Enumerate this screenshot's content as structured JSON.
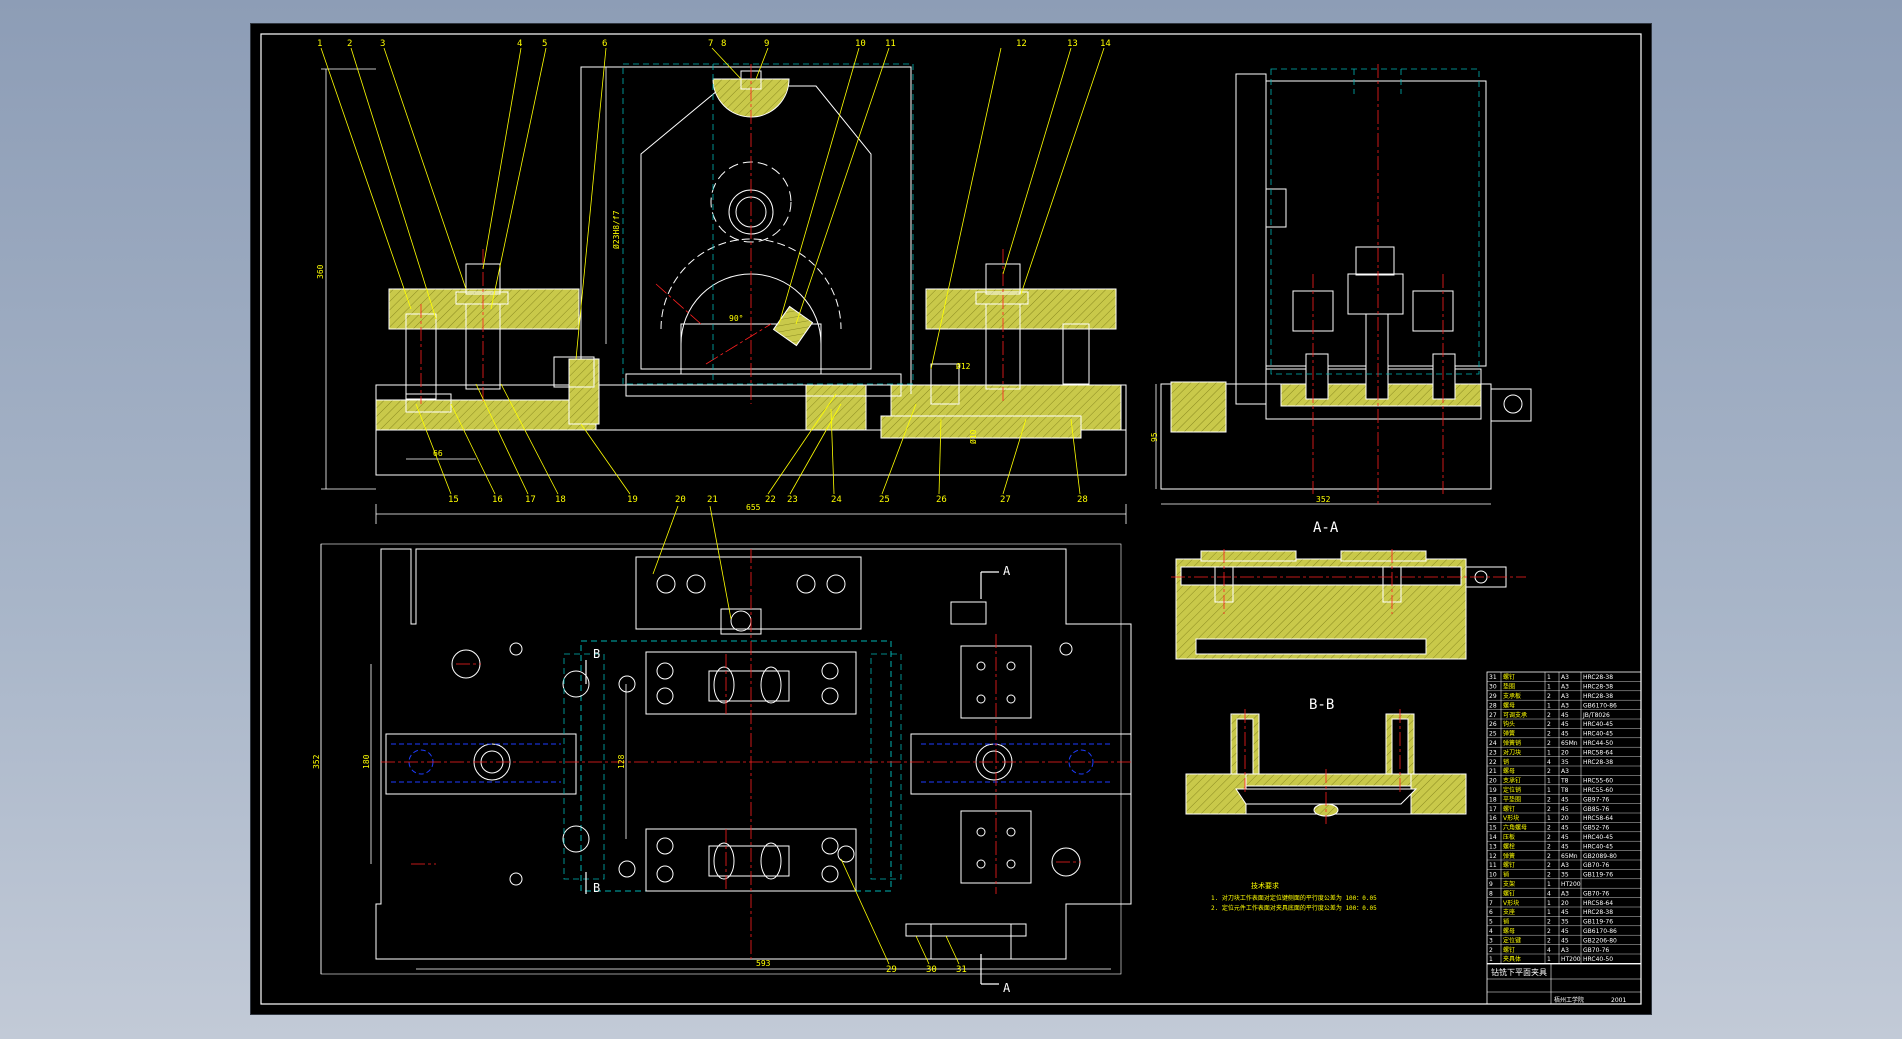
{
  "title_block": {
    "drawing_title": "钻铣下平面夹具",
    "drawing_number": "2001",
    "company_line": "梧州工学院"
  },
  "views": {
    "section_aa_label": "A-A",
    "section_bb_label": "B-B",
    "cut_mark_a": "A",
    "cut_mark_b": "B"
  },
  "dimensions": {
    "front_height": "360",
    "front_width": "655",
    "bore_dim": "Ø23H8/f7",
    "pad_width": "66",
    "dim_angle": "90°",
    "side_height": "95",
    "side_width": "352",
    "plan_width": "593",
    "plan_height": "352",
    "plan_inner": "180",
    "plan_pitch": "128",
    "pin_dim": "Ø10",
    "fit_dim": "Ø12"
  },
  "balloons_top": [
    "1",
    "2",
    "3",
    "4",
    "5",
    "6",
    "7",
    "8",
    "9",
    "10",
    "11",
    "12",
    "13",
    "14"
  ],
  "balloons_bottom": [
    "15",
    "16",
    "17",
    "18",
    "19",
    "20",
    "21",
    "22",
    "23",
    "24",
    "25",
    "26",
    "27",
    "28"
  ],
  "balloons_plan": [
    "29",
    "30",
    "31"
  ],
  "notes": {
    "heading": "技术要求",
    "line1": "1. 对刀块工作表面对定位键侧面的平行度公差为 100：0.05",
    "line2": "2. 定位元件工作表面对夹具底面的平行度公差为 100：0.05"
  },
  "parts_list": [
    {
      "no": "31",
      "name": "螺钉",
      "qty": "1",
      "mat": "A3",
      "std": "HRC28-38"
    },
    {
      "no": "30",
      "name": "垫圈",
      "qty": "1",
      "mat": "A3",
      "std": "HRC28-38"
    },
    {
      "no": "29",
      "name": "支承板",
      "qty": "2",
      "mat": "A3",
      "std": "HRC28-38"
    },
    {
      "no": "28",
      "name": "螺母",
      "qty": "1",
      "mat": "A3",
      "std": "GB6170-86"
    },
    {
      "no": "27",
      "name": "可调支承",
      "qty": "2",
      "mat": "45",
      "std": "JB/T8026"
    },
    {
      "no": "26",
      "name": "钩头",
      "qty": "2",
      "mat": "45",
      "std": "HRC40-45"
    },
    {
      "no": "25",
      "name": "弹簧",
      "qty": "2",
      "mat": "45",
      "std": "HRC40-45"
    },
    {
      "no": "24",
      "name": "弹簧销",
      "qty": "2",
      "mat": "65Mn",
      "std": "HRC44-50"
    },
    {
      "no": "23",
      "name": "对刀块",
      "qty": "1",
      "mat": "20",
      "std": "HRC58-64"
    },
    {
      "no": "22",
      "name": "销",
      "qty": "4",
      "mat": "35",
      "std": "HRC28-38"
    },
    {
      "no": "21",
      "name": "螺母",
      "qty": "2",
      "mat": "A3",
      "std": ""
    },
    {
      "no": "20",
      "name": "支承钉",
      "qty": "1",
      "mat": "T8",
      "std": "HRC55-60"
    },
    {
      "no": "19",
      "name": "定位销",
      "qty": "1",
      "mat": "T8",
      "std": "HRC55-60"
    },
    {
      "no": "18",
      "name": "平垫圈",
      "qty": "2",
      "mat": "45",
      "std": "GB97-76"
    },
    {
      "no": "17",
      "name": "螺钉",
      "qty": "2",
      "mat": "45",
      "std": "GB85-76"
    },
    {
      "no": "16",
      "name": "V形块",
      "qty": "1",
      "mat": "20",
      "std": "HRC58-64"
    },
    {
      "no": "15",
      "name": "六角螺母",
      "qty": "2",
      "mat": "45",
      "std": "GB52-76"
    },
    {
      "no": "14",
      "name": "压板",
      "qty": "2",
      "mat": "45",
      "std": "HRC40-45"
    },
    {
      "no": "13",
      "name": "螺栓",
      "qty": "2",
      "mat": "45",
      "std": "HRC40-45"
    },
    {
      "no": "12",
      "name": "弹簧",
      "qty": "2",
      "mat": "65Mn",
      "std": "GB2089-80"
    },
    {
      "no": "11",
      "name": "螺钉",
      "qty": "2",
      "mat": "A3",
      "std": "GB70-76"
    },
    {
      "no": "10",
      "name": "销",
      "qty": "2",
      "mat": "35",
      "std": "GB119-76"
    },
    {
      "no": "9",
      "name": "支架",
      "qty": "1",
      "mat": "HT200",
      "std": ""
    },
    {
      "no": "8",
      "name": "螺钉",
      "qty": "4",
      "mat": "A3",
      "std": "GB70-76"
    },
    {
      "no": "7",
      "name": "V形块",
      "qty": "1",
      "mat": "20",
      "std": "HRC58-64"
    },
    {
      "no": "6",
      "name": "支座",
      "qty": "1",
      "mat": "45",
      "std": "HRC28-38"
    },
    {
      "no": "5",
      "name": "销",
      "qty": "2",
      "mat": "35",
      "std": "GB119-76"
    },
    {
      "no": "4",
      "name": "螺母",
      "qty": "2",
      "mat": "45",
      "std": "GB6170-86"
    },
    {
      "no": "3",
      "name": "定位键",
      "qty": "2",
      "mat": "45",
      "std": "GB2206-80"
    },
    {
      "no": "2",
      "name": "螺钉",
      "qty": "4",
      "mat": "A3",
      "std": "GB70-76"
    },
    {
      "no": "1",
      "name": "夹具体",
      "qty": "1",
      "mat": "HT200",
      "std": "HRC40-50"
    }
  ],
  "colors": {
    "outline": "#ffffff",
    "leader": "#ffff00",
    "section_fill": "#c9c94a",
    "centerline": "#ff2020",
    "hidden": "#00b4b4",
    "blue": "#1e3cff",
    "paper": "#000000"
  }
}
